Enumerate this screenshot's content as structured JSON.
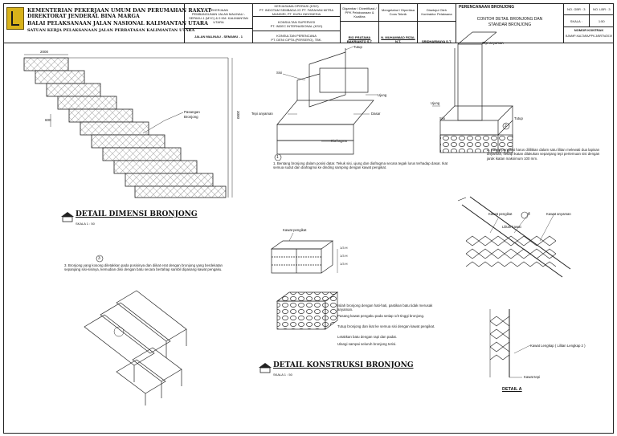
{
  "title_block": {
    "agency": {
      "line1": "KEMENTERIAN PEKERJAAN UMUM DAN PERUMAHAN RAKYAT",
      "line2": "DIREKTORAT JENDERAL BINA MARGA",
      "line3": "BALAI PELAKSANAAN JALAN NASIONAL KALIMANTAN UTARA",
      "line4": "SATUAN KERJA PELAKSANAAN JALAN PERBATASAN KALIMANTAN UTARA"
    },
    "pekerjaan_head": "PEKERJAAN",
    "pekerjaan": "PEMBANGUNAN JALAN MALINAU - SEPAKU-1 (MYC) & 0 KM. KALIMANTAN UTARA",
    "project": "JALAN MALINAU - SEMAMU - 1",
    "contractor_head": "KERJASAMA OPERASI (KSO)",
    "contractor": "PT. INDOTAM SEMBADA JO PT. FARAHAN MITRA MANDIRI, PT. KURU INDONESIA",
    "consultant_head": "KONSULTAN SUPERVISI",
    "consultant": "PT. INDEC INTERNASIONAL (KSO)",
    "consultant2_head": "KONSULTAN PERENCANA",
    "consultant2": "PT. DENI CIPTA (PERSERO), TBK.",
    "col1": {
      "head": "Digambar / Diverifikasi / PPK Pelaksanaan & Kualitas",
      "value": "RIO PRATAMA BAKRIANTO S.T"
    },
    "col2": {
      "head": "Mengetahui / Diperiksa Cons Teknik",
      "value": "N. MUHAMMAD RIZAL N.T."
    },
    "col3": {
      "head": "Disetujui Oleh Kontraktor Pelaksana",
      "value": "SRIDHARMAYA S.T."
    },
    "drawing_title_head": "PERENCANAAN BRONJONG",
    "drawing_title": "CONTOH DETAIL BRONJONG DAN STANDAR BRONJONG",
    "no_gambar_label": "NO. GBR :",
    "no_gambar": "3",
    "no_lembar_label": "NO. LBR :",
    "no_lembar": "3",
    "skala_label": "SKALA :",
    "skala": "1:50",
    "kode_label": "NOMOR KONTRAK",
    "kode": "BJN/MP-KALTARA/PPK-3/BRTN/2019"
  },
  "left_top": {
    "dim_top": "2000",
    "dim_right": "3000",
    "dim_left": "600",
    "callout": "Pasangan Bronjong",
    "heading": "DETAIL DIMENSI BRONJONG",
    "scale": "SKALA 1 : 50"
  },
  "mid_top": {
    "labels": {
      "tutup": "Tutup",
      "sisi": "Sisi",
      "ujung": "Ujung",
      "dasar": "Dasar",
      "tepi_anyaman": "Tepi anyaman",
      "diafragma": "Diafragma"
    },
    "step": "1",
    "note": "1. Bentang bronjong dalam posisi datar. Tekuk sisi, ujung dan diafragma secara tegak lurus terhadap dasar. Ikat semua sudut dan diafragma ke dinding samping dengan kawat pengikat."
  },
  "right_top": {
    "labels": {
      "tepi_anyaman": "Tepi anyaman",
      "ujung": "Ujung",
      "sisi": "Sisi",
      "tutup": "Tutup"
    },
    "step": "2",
    "note": "2. Kawat pengikat harus dililitkan dalam satu lilitan melewati dua lapisan anyaman, setiap ikatan dilakukan sepanjang tepi pertemuan sisi dengan jarak ikatan maksimum 100 mm."
  },
  "left_bottom": {
    "step": "3",
    "note": "3. Bronjong yang kosong diletakkan pada posisinya dan diikat erat dengan bronjong yang berdekatan sepanjang sisi-sisinya, kemudian diisi dengan batu secara bertahap sambil dipasang kawat pengaku."
  },
  "mid_bottom": {
    "labels": {
      "kawat_pengikat": "Kawat pengikat",
      "dim1": "1/3 H",
      "dim2": "1/3 H",
      "dim3": "1/3 H"
    },
    "notes": [
      "Isilah bronjong dengan hati-hati, pastikan batu tidak merusak anyaman.",
      "Pasang kawat pengaku pada setiap 1/3 tinggi bronjong.",
      "Tutup bronjong dan ikat ke semua sisi dengan kawat pengikat.",
      "Letakkan batu dengan rapi dan padat.",
      "Ulangi sampai seluruh bronjong terisi."
    ],
    "heading": "DETAIL KONSTRUKSI BRONJONG",
    "scale": "SKALA 1 : 50"
  },
  "right_bottom": {
    "labels": {
      "kawat_pengikat": "Kawat pengikat",
      "kawat_anyaman": "Kawat anyaman",
      "lilitan": "Lilitan kawat",
      "kawat_lengkap": "Kawat Lengkap ( Lilitan Lengkap 2 )",
      "kawat_tepi": "Kawat tepi"
    },
    "step": "4",
    "heading": "DETAIL A"
  }
}
